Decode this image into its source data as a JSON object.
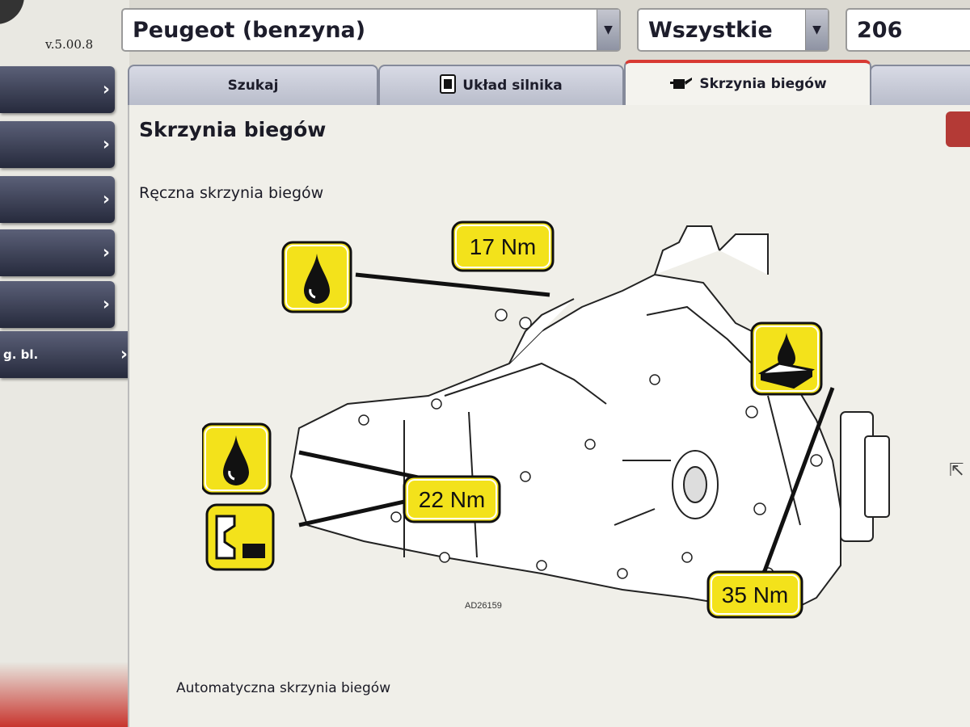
{
  "app": {
    "version": "v.5.00.8"
  },
  "selectors": {
    "make": "Peugeot (benzyna)",
    "filter": "Wszystkie",
    "model": "206"
  },
  "sidebar": {
    "items": [
      {
        "label": ""
      },
      {
        "label": ""
      },
      {
        "label": ""
      },
      {
        "label": ""
      },
      {
        "label": ""
      },
      {
        "label": "g. bl."
      }
    ]
  },
  "tabs": [
    {
      "label": "Szukaj",
      "icon": "",
      "active": false
    },
    {
      "label": "Układ silnika",
      "icon": "engine-layout-icon",
      "active": false
    },
    {
      "label": "Skrzynia biegów",
      "icon": "oil-can-icon",
      "active": true
    },
    {
      "label": "",
      "icon": "",
      "active": false
    }
  ],
  "content": {
    "title": "Skrzynia biegów",
    "section_manual": "Ręczna skrzynia biegów",
    "section_automatic": "Automatyczna skrzynia biegów",
    "diagram": {
      "ref_code": "AD26159",
      "torques": {
        "top": "17 Nm",
        "middle": "22 Nm",
        "bottom_right": "35 Nm"
      },
      "icons": [
        "oil-drop-icon",
        "oil-drop-icon",
        "seal-icon",
        "oil-level-icon"
      ]
    }
  },
  "colors": {
    "callout_yellow": "#f3e21b",
    "tab_active_accent": "#d83a33",
    "sidebar_button": "#2e3246"
  }
}
